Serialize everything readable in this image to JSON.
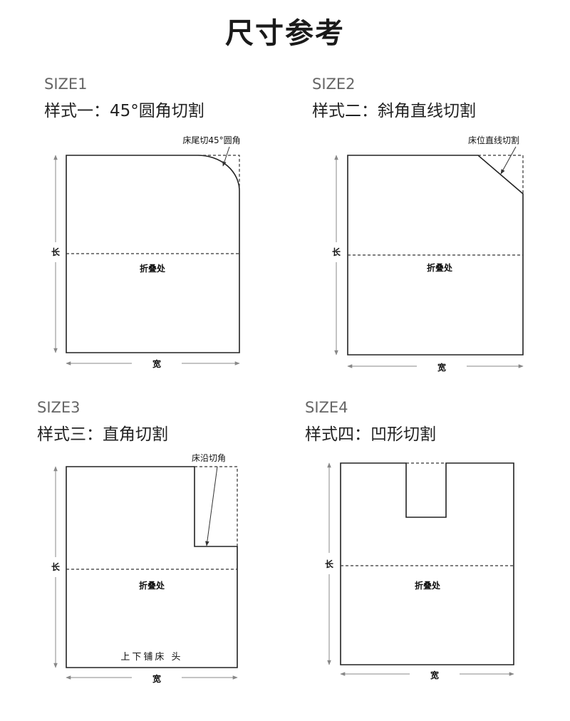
{
  "title": "尺寸参考",
  "sizes": [
    {
      "size_label": "SIZE1",
      "style_label": "样式一：45°圆角切割",
      "corner_note": "床尾切45°圆角",
      "length": "长",
      "width": "宽",
      "fold": "折叠处"
    },
    {
      "size_label": "SIZE2",
      "style_label": "样式二：斜角直线切割",
      "corner_note": "床位直线切割",
      "length": "长",
      "width": "宽",
      "fold": "折叠处"
    },
    {
      "size_label": "SIZE3",
      "style_label": "样式三：直角切割",
      "corner_note": "床沿切角",
      "length": "长",
      "width": "宽",
      "fold": "折叠处",
      "bottom_note": "上下铺床 头"
    },
    {
      "size_label": "SIZE4",
      "style_label": "样式四：凹形切割",
      "length": "长",
      "width": "宽",
      "fold": "折叠处"
    }
  ]
}
